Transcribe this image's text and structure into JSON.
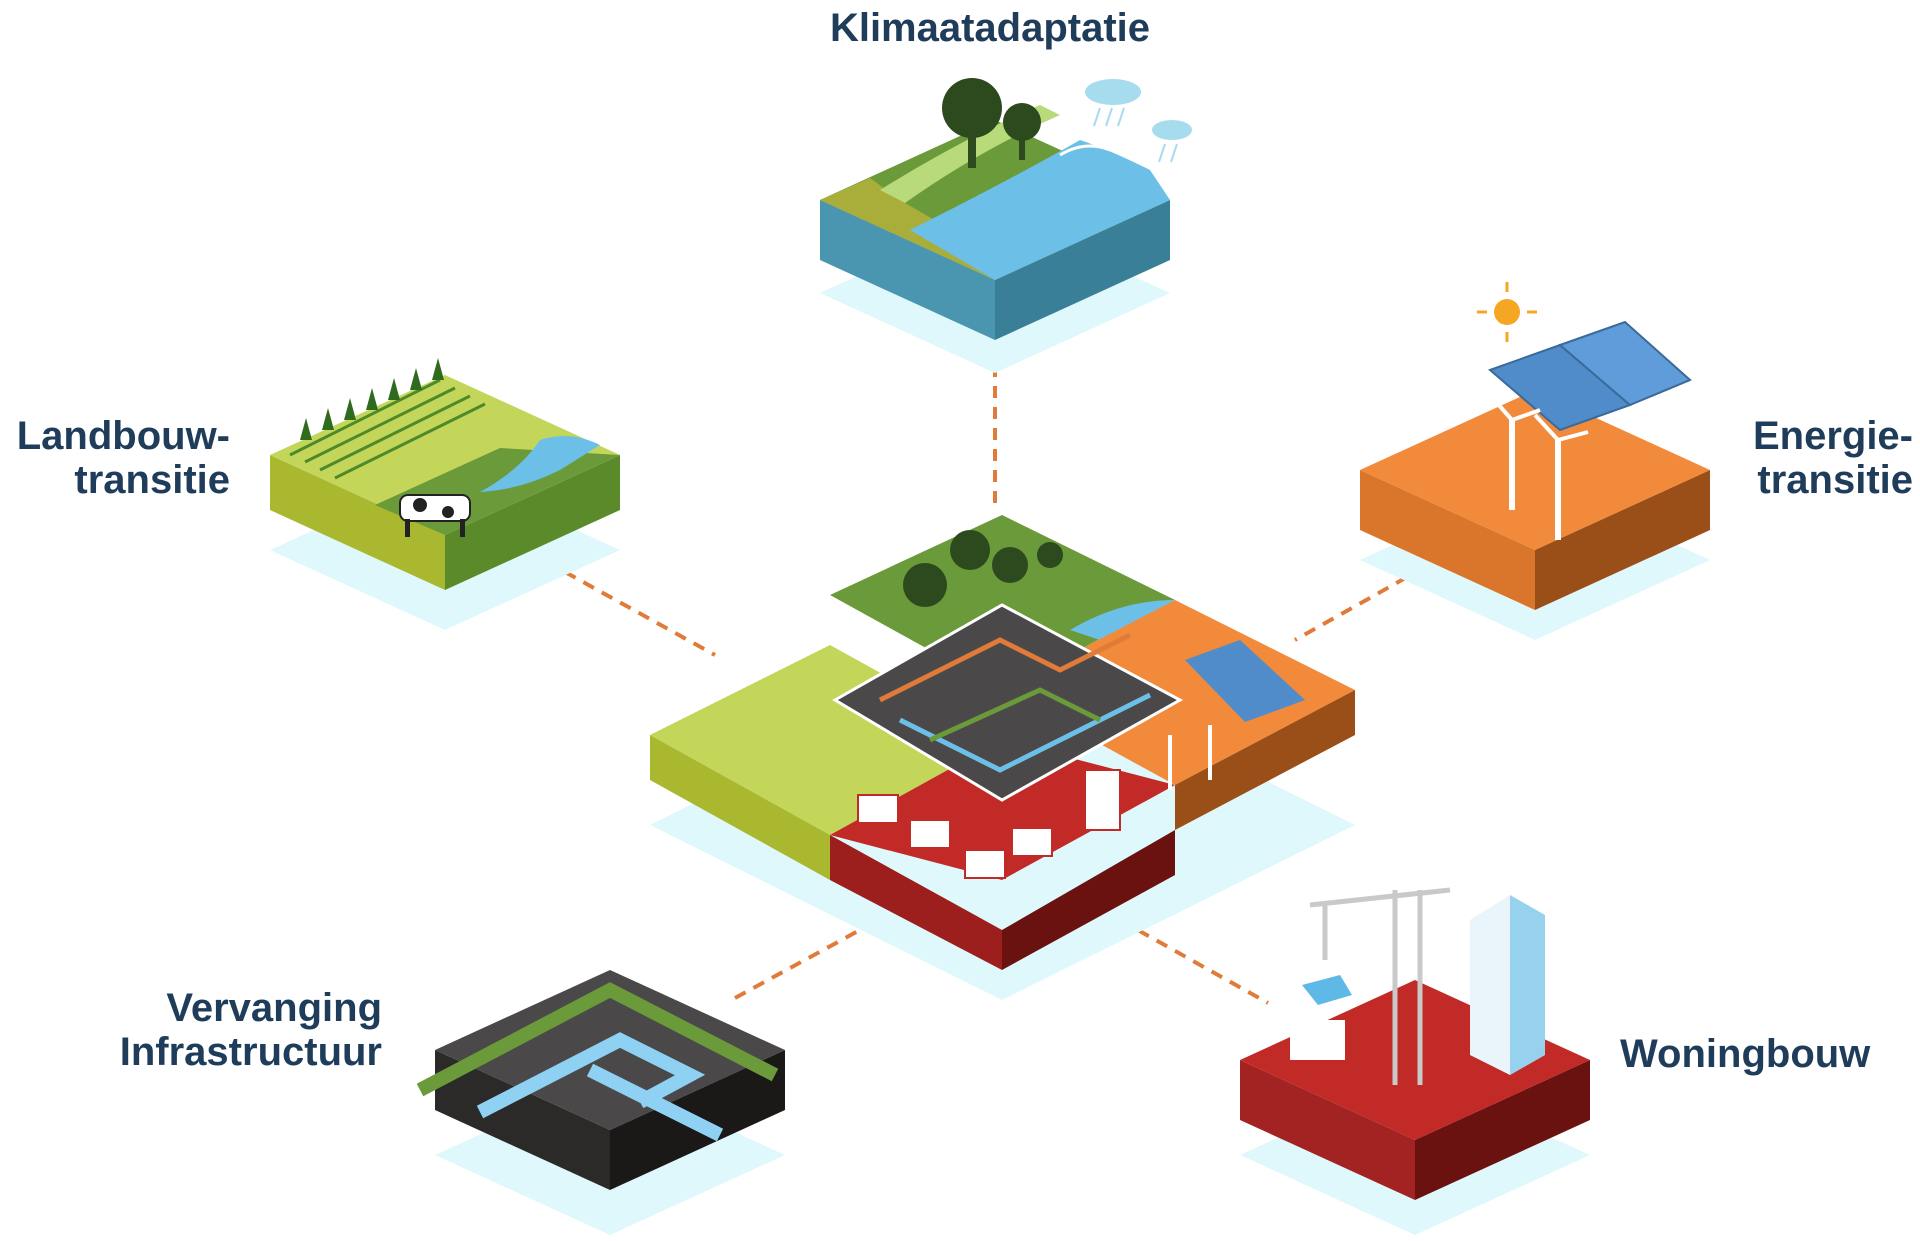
{
  "labels": {
    "klimaatadaptatie": [
      "Klimaatadaptatie"
    ],
    "landbouwtransitie": [
      "Landbouw-",
      "transitie"
    ],
    "energietransitie": [
      "Energie-",
      "transitie"
    ],
    "vervanging_infrastructuur": [
      "Vervanging",
      "Infrastructuur"
    ],
    "woningbouw": [
      "Woningbouw"
    ]
  },
  "colors": {
    "text": "#1f3d5a",
    "connector": "#e07b39",
    "grass": "#6a9a3a",
    "crop": "#c3d65a",
    "water": "#6cc0e8",
    "orange": "#f28a3c",
    "red": "#c22a28",
    "asphalt": "#4a4848",
    "solar": "#4f8cc9",
    "shadow": "#dff8fb"
  }
}
